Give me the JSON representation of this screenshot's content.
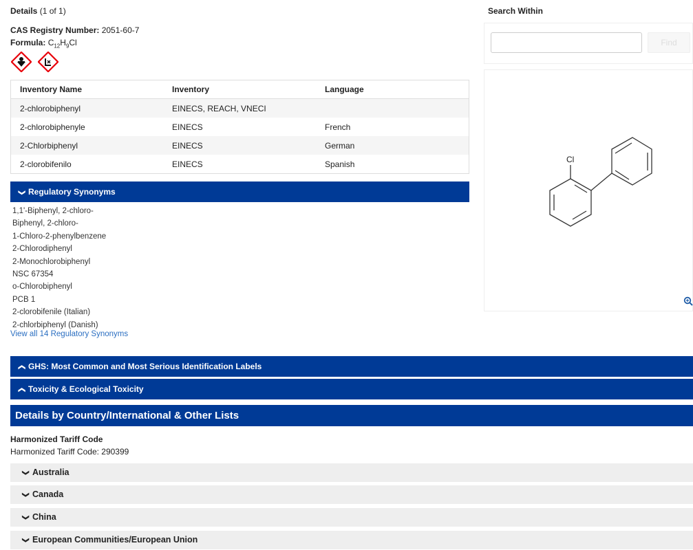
{
  "details": {
    "title": "Details",
    "count": "(1 of 1)",
    "cas_label": "CAS Registry Number:",
    "cas_value": "2051-60-7",
    "formula_label": "Formula:",
    "formula_parts": {
      "c": "C",
      "c_sub": "12",
      "h": "H",
      "h_sub": "9",
      "cl": "Cl"
    },
    "pictograms": [
      "environment-hazard-icon",
      "health-hazard-icon"
    ]
  },
  "inventory_table": {
    "headers": [
      "Inventory Name",
      "Inventory",
      "Language"
    ],
    "rows": [
      [
        "2-chlorobiphenyl",
        "EINECS, REACH, VNECI",
        ""
      ],
      [
        "2-chlorobiphenyle",
        "EINECS",
        "French"
      ],
      [
        "2-Chlorbiphenyl",
        "EINECS",
        "German"
      ],
      [
        "2-clorobifenilo",
        "EINECS",
        "Spanish"
      ]
    ]
  },
  "regulatory_synonyms": {
    "label": "Regulatory Synonyms",
    "items": [
      "1,1'-Biphenyl, 2-chloro-",
      "Biphenyl, 2-chloro-",
      "1-Chloro-2-phenylbenzene",
      "2-Chlorodiphenyl",
      "2-Monochlorobiphenyl",
      "NSC 67354",
      "o-Chlorobiphenyl",
      "PCB 1",
      "2-clorobifenile (Italian)",
      "2-chlorbiphenyl (Danish)"
    ],
    "view_all": "View all 14 Regulatory Synonyms"
  },
  "sections": {
    "ghs": "GHS: Most Common and Most Serious Identification Labels",
    "toxicity": "Toxicity & Ecological Toxicity",
    "country": "Details by Country/International & Other Lists"
  },
  "tariff": {
    "title": "Harmonized Tariff Code",
    "value": "Harmonized Tariff Code: 290399"
  },
  "countries": [
    "Australia",
    "Canada",
    "China",
    "European Communities/European Union"
  ],
  "search": {
    "title": "Search Within",
    "placeholder": "",
    "find_label": "Find"
  },
  "structure": {
    "atom_label": "Cl"
  },
  "colors": {
    "section_blue": "#003a96",
    "link_blue": "#2a6ec1",
    "ghs_red": "#e8000b"
  }
}
